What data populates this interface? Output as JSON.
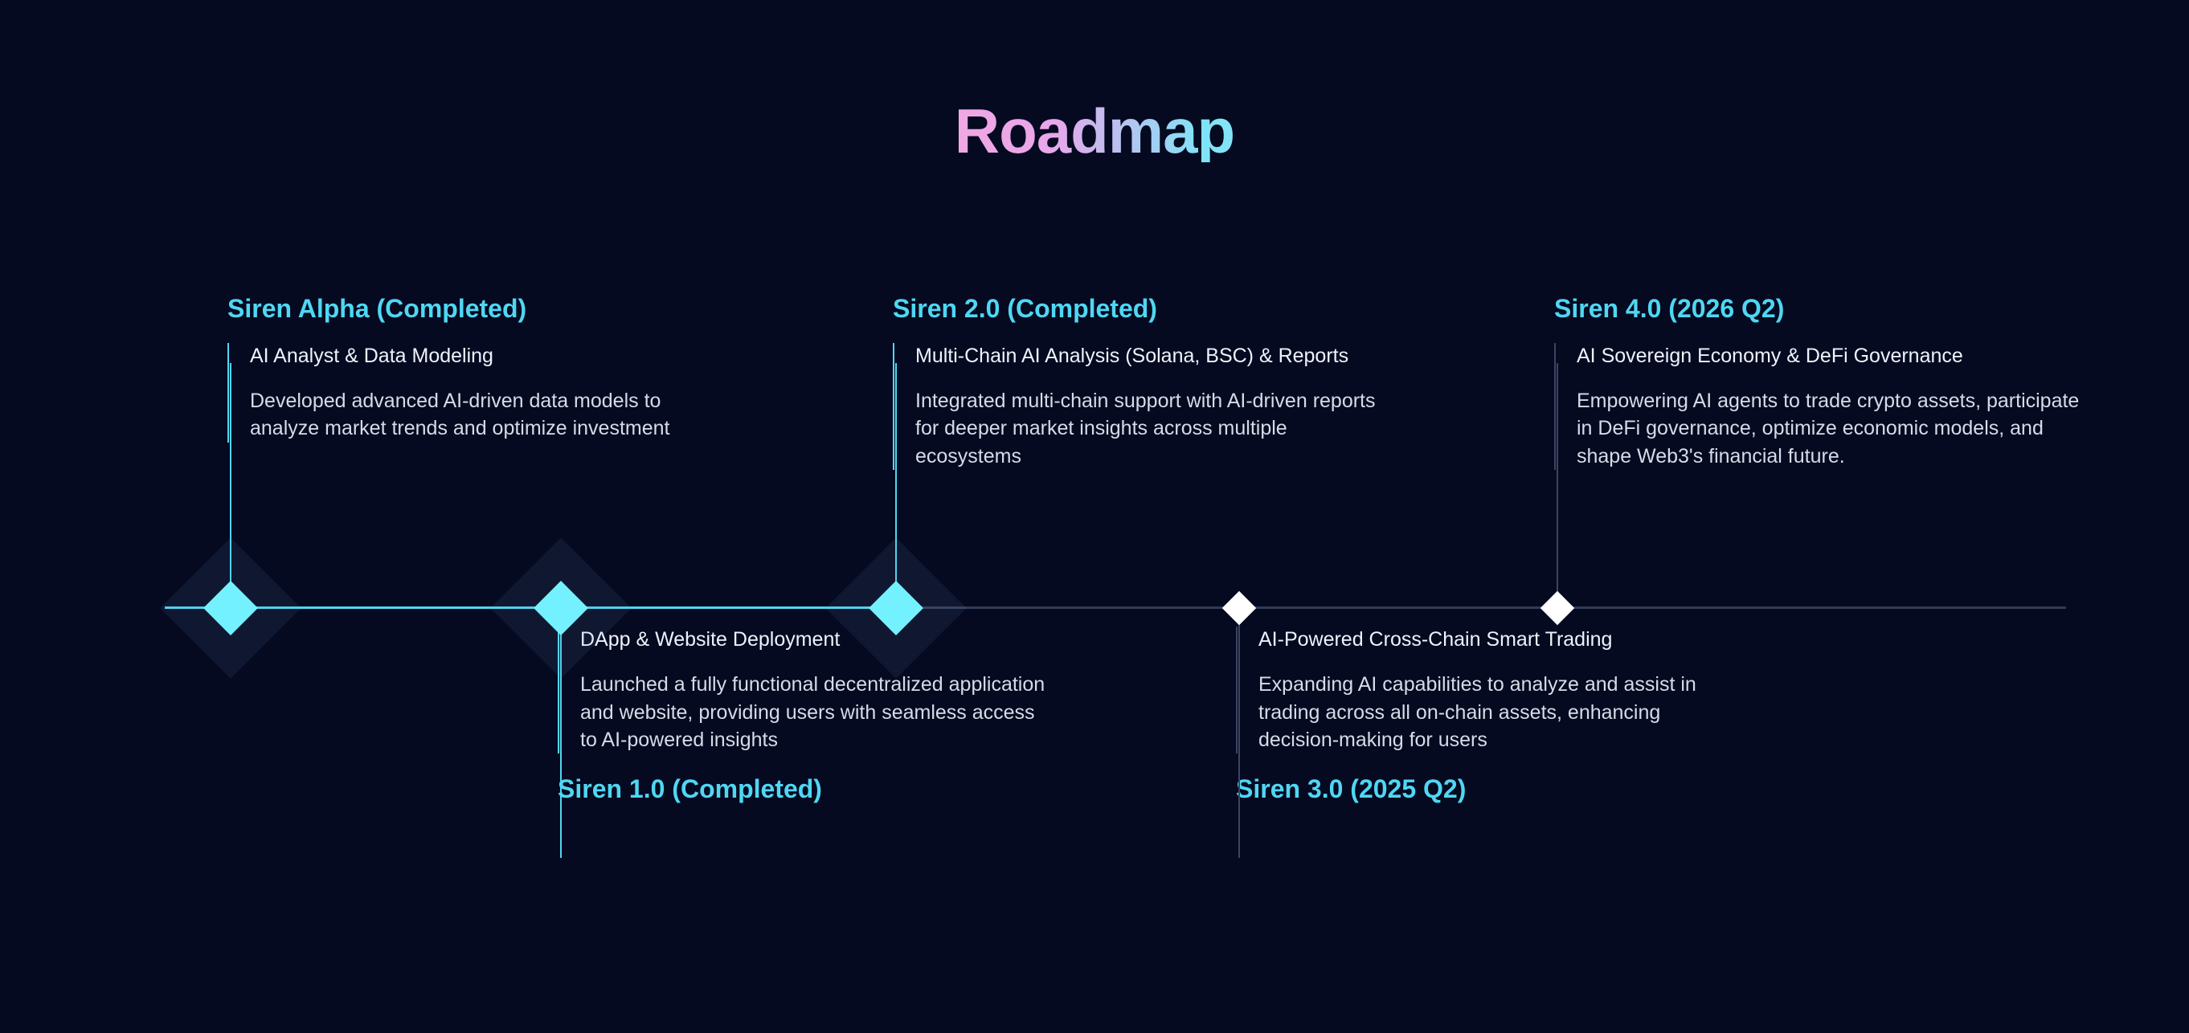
{
  "page": {
    "title": "Roadmap",
    "background_color": "#050a20",
    "accent_color": "#4fd7f3",
    "muted_line_color": "#3b4461"
  },
  "timeline": {
    "axis_completed_color": "#4fd7f3",
    "axis_upcoming_color": "#313a56",
    "marker_completed_color": "#74f1ff",
    "marker_upcoming_color": "#ffffff",
    "milestones": [
      {
        "id": "siren-alpha",
        "heading": "Siren Alpha (Completed)",
        "subtitle": "AI Analyst & Data Modeling",
        "description": "Developed advanced AI-driven data models to analyze market trends and optimize investment",
        "status": "completed",
        "position": "above"
      },
      {
        "id": "siren-1-0",
        "heading": "Siren 1.0 (Completed)",
        "subtitle": "DApp & Website Deployment",
        "description": "Launched a fully functional decentralized application and website, providing users with seamless access to AI-powered insights",
        "status": "completed",
        "position": "below"
      },
      {
        "id": "siren-2-0",
        "heading": "Siren 2.0 (Completed)",
        "subtitle": "Multi-Chain AI Analysis (Solana, BSC) & Reports",
        "description": "Integrated multi-chain support with AI-driven reports for deeper market insights across multiple ecosystems",
        "status": "completed",
        "position": "above"
      },
      {
        "id": "siren-3-0",
        "heading": "Siren 3.0 (2025 Q2)",
        "subtitle": "AI-Powered Cross-Chain Smart Trading",
        "description": "Expanding AI capabilities to analyze and assist in trading across all on-chain assets, enhancing decision-making for users",
        "status": "upcoming",
        "position": "below"
      },
      {
        "id": "siren-4-0",
        "heading": "Siren 4.0 (2026 Q2)",
        "subtitle": "AI Sovereign Economy & DeFi Governance",
        "description": "Empowering AI agents to trade crypto assets, participate in DeFi governance, optimize economic models, and shape Web3's financial future.",
        "status": "upcoming",
        "position": "above"
      }
    ]
  }
}
